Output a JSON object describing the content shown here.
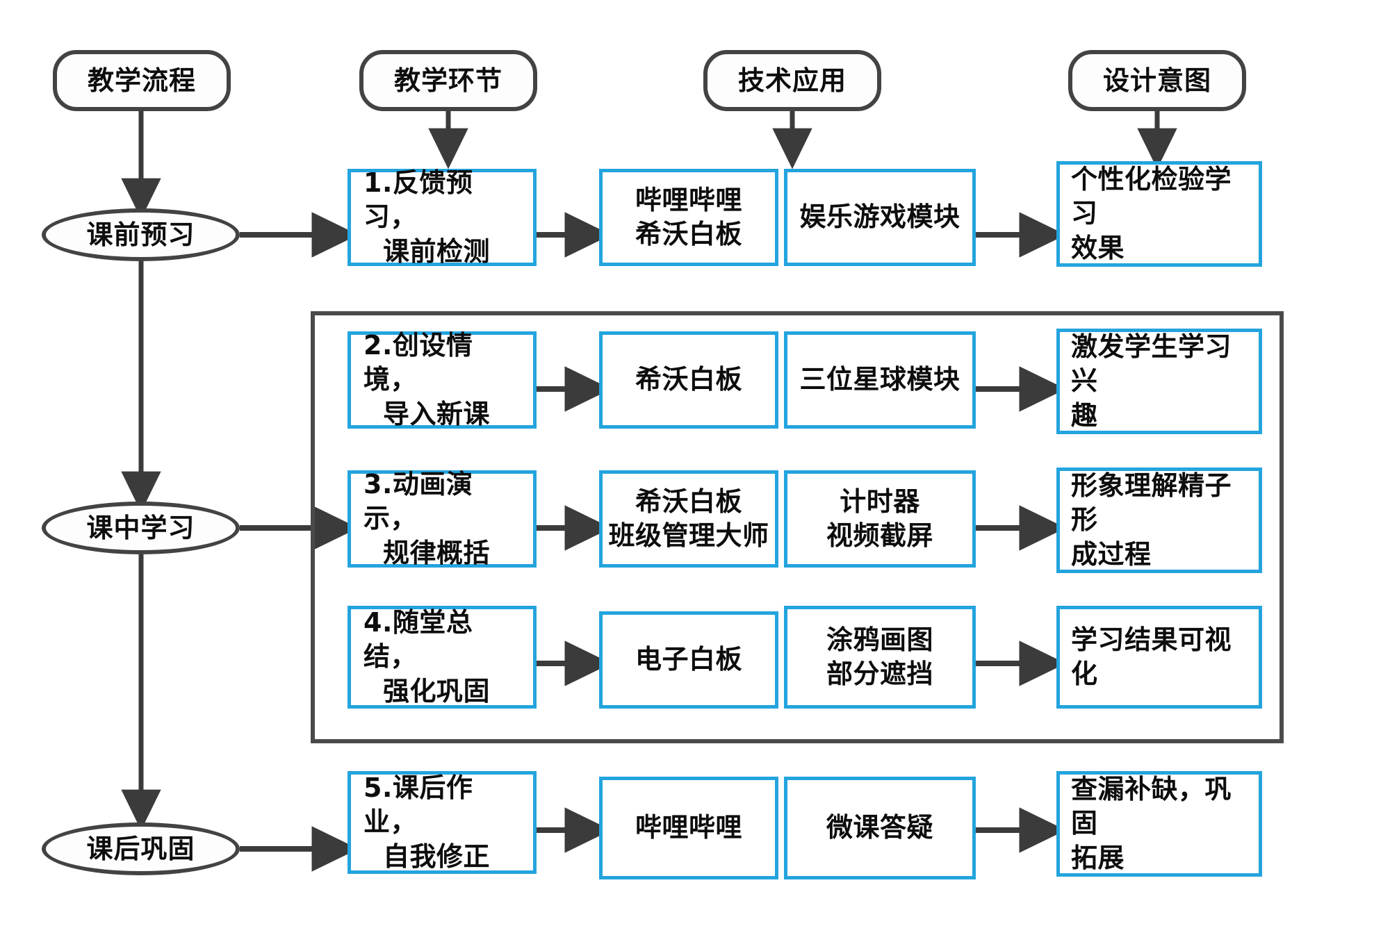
{
  "diagram": {
    "title_row": [
      {
        "id": "h1",
        "label": "教学流程"
      },
      {
        "id": "h2",
        "label": "教学环节"
      },
      {
        "id": "h3",
        "label": "技术应用"
      },
      {
        "id": "h4",
        "label": "设计意图"
      }
    ],
    "stages": [
      {
        "id": "s1",
        "label": "课前预习"
      },
      {
        "id": "s2",
        "label": "课中学习"
      },
      {
        "id": "s3",
        "label": "课后巩固"
      }
    ],
    "rows": [
      {
        "id": "r1",
        "step": "1.反馈预习，\n课前检测",
        "step_line1": "1.反馈预习，",
        "step_line2": "课前检测",
        "tech_a_line1": "哔哩哔哩",
        "tech_a_line2": "希沃白板",
        "tech_b_line1": "娱乐游戏模块",
        "tech_b_line2": "",
        "intent_line1": "个性化检验学习",
        "intent_line2": "效果"
      },
      {
        "id": "r2",
        "step_line1": "2.创设情境，",
        "step_line2": "导入新课",
        "tech_a_line1": "希沃白板",
        "tech_a_line2": "",
        "tech_b_line1": "三位星球模块",
        "tech_b_line2": "",
        "intent_line1": "激发学生学习兴",
        "intent_line2": "趣"
      },
      {
        "id": "r3",
        "step_line1": "3.动画演示，",
        "step_line2": "规律概括",
        "tech_a_line1": "希沃白板",
        "tech_a_line2": "班级管理大师",
        "tech_b_line1": "计时器",
        "tech_b_line2": "视频截屏",
        "intent_line1": "形象理解精子形",
        "intent_line2": "成过程"
      },
      {
        "id": "r4",
        "step_line1": "4.随堂总结，",
        "step_line2": "强化巩固",
        "tech_a_line1": "电子白板",
        "tech_a_line2": "",
        "tech_b_line1": "涂鸦画图",
        "tech_b_line2": "部分遮挡",
        "intent_line1": "学习结果可视化",
        "intent_line2": ""
      },
      {
        "id": "r5",
        "step_line1": "5.课后作业，",
        "step_line2": "自我修正",
        "tech_a_line1": "哔哩哔哩",
        "tech_a_line2": "",
        "tech_b_line1": "微课答疑",
        "tech_b_line2": "",
        "intent_line1": "查漏补缺，巩固",
        "intent_line2": "拓展"
      }
    ],
    "colors": {
      "blue_border": "#23a4de",
      "dark_outline": "#434343",
      "group_frame": "#4a4a4a",
      "arrow": "#3b3b3b",
      "text": "#0d0d0d",
      "background": "#ffffff"
    }
  }
}
